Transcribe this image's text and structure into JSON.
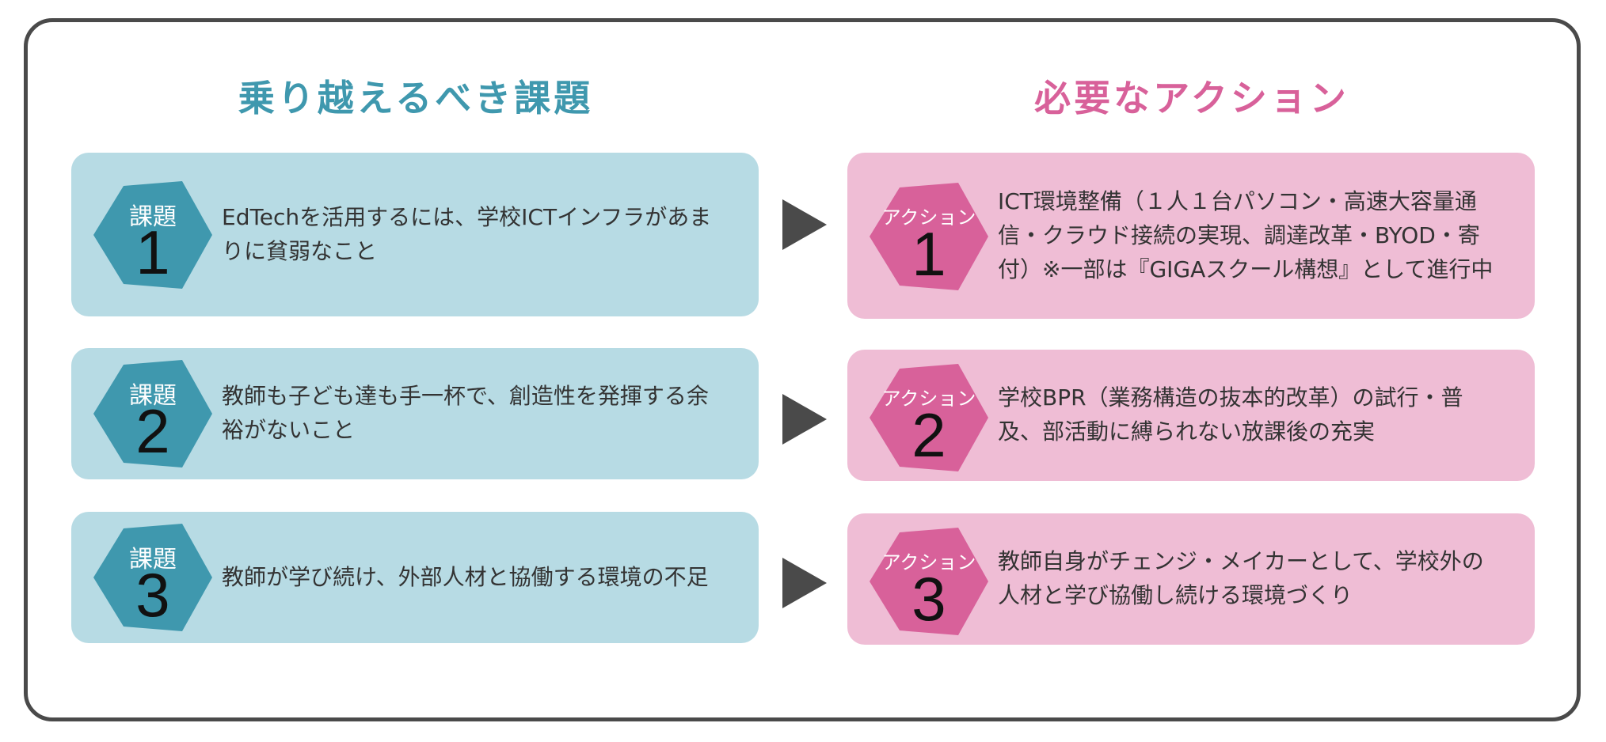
{
  "titles": {
    "left": "乗り越えるべき課題",
    "right": "必要なアクション"
  },
  "problem_label": "課題",
  "action_label": "アクション",
  "problems": [
    {
      "number": "1",
      "text": "EdTechを活用するには、学校ICTインフラがあまりに貧弱なこと"
    },
    {
      "number": "2",
      "text": "教師も子ども達も手一杯で、創造性を発揮する余裕がないこと"
    },
    {
      "number": "3",
      "text": "教師が学び続け、外部人材と協働する環境の不足"
    }
  ],
  "actions": [
    {
      "number": "1",
      "text": "ICT環境整備（１人１台パソコン・高速大容量通信・クラウド接続の実現、調達改革・BYOD・寄付）※一部は『GIGAスクール構想』として進行中"
    },
    {
      "number": "2",
      "text": "学校BPR（業務構造の抜本的改革）の試行・普及、部活動に縛られない放課後の充実"
    },
    {
      "number": "3",
      "text": "教師自身がチェンジ・メイカーとして、学校外の人材と学び協働し続ける環境づくり"
    }
  ],
  "colors": {
    "problem_card": "#b7dbe4",
    "problem_badge": "#3f98ae",
    "action_card": "#efbdd5",
    "action_badge": "#d8619a",
    "arrow": "#4a4a4a",
    "frame": "#4a4a4a"
  }
}
